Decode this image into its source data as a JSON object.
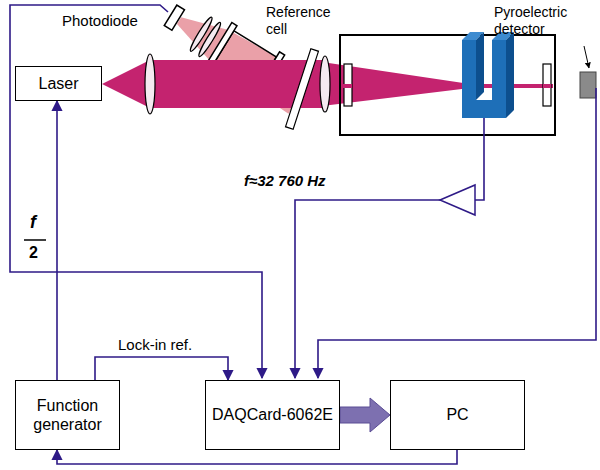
{
  "diagram": {
    "nodes": [
      {
        "text": [
          "Laser"
        ]
      },
      {
        "text": [
          "Function generator"
        ]
      },
      {
        "text": [
          "DAQCard-6062E"
        ]
      },
      {
        "text": [
          "PC"
        ]
      }
    ],
    "edges": [
      {
        "from": 1,
        "to": 0,
        "arrow": "to"
      },
      {
        "from": 1,
        "to": 2,
        "label": "Lock-in ref.",
        "arrow": "to"
      },
      {
        "from": 2,
        "to": 3,
        "arrow": "to"
      },
      {
        "from": 3,
        "to": 1,
        "arrow": "to"
      }
    ],
    "labels": [
      "Photodiode",
      "Reference cell",
      "Pyroelectric detector",
      "f≈32 760 Hz",
      "f",
      "2"
    ]
  }
}
